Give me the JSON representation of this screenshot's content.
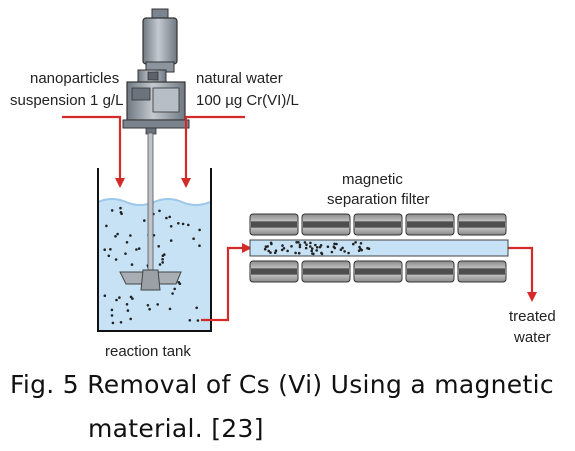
{
  "labels": {
    "nanoparticles_line1": "nanoparticles",
    "nanoparticles_line2": "suspension 1 g/L",
    "water_line1": "natural water",
    "water_line2": "100 µg Cr(VI)/L",
    "filter_line1": "magnetic",
    "filter_line2": "separation filter",
    "treated_line1": "treated",
    "treated_line2": "water",
    "tank": "reaction tank"
  },
  "caption": {
    "line1": "Fig. 5 Removal of Cs (Vi) Using a magnetic",
    "line2": "material. [23]"
  },
  "colors": {
    "arrow": "#d42a2a",
    "water": "#c6e2f4",
    "wave": "#a9d0ee",
    "motor": "#9aa3ad",
    "magnet_dark": "#4e4e4e",
    "magnet_light": "#d4d4d4"
  }
}
